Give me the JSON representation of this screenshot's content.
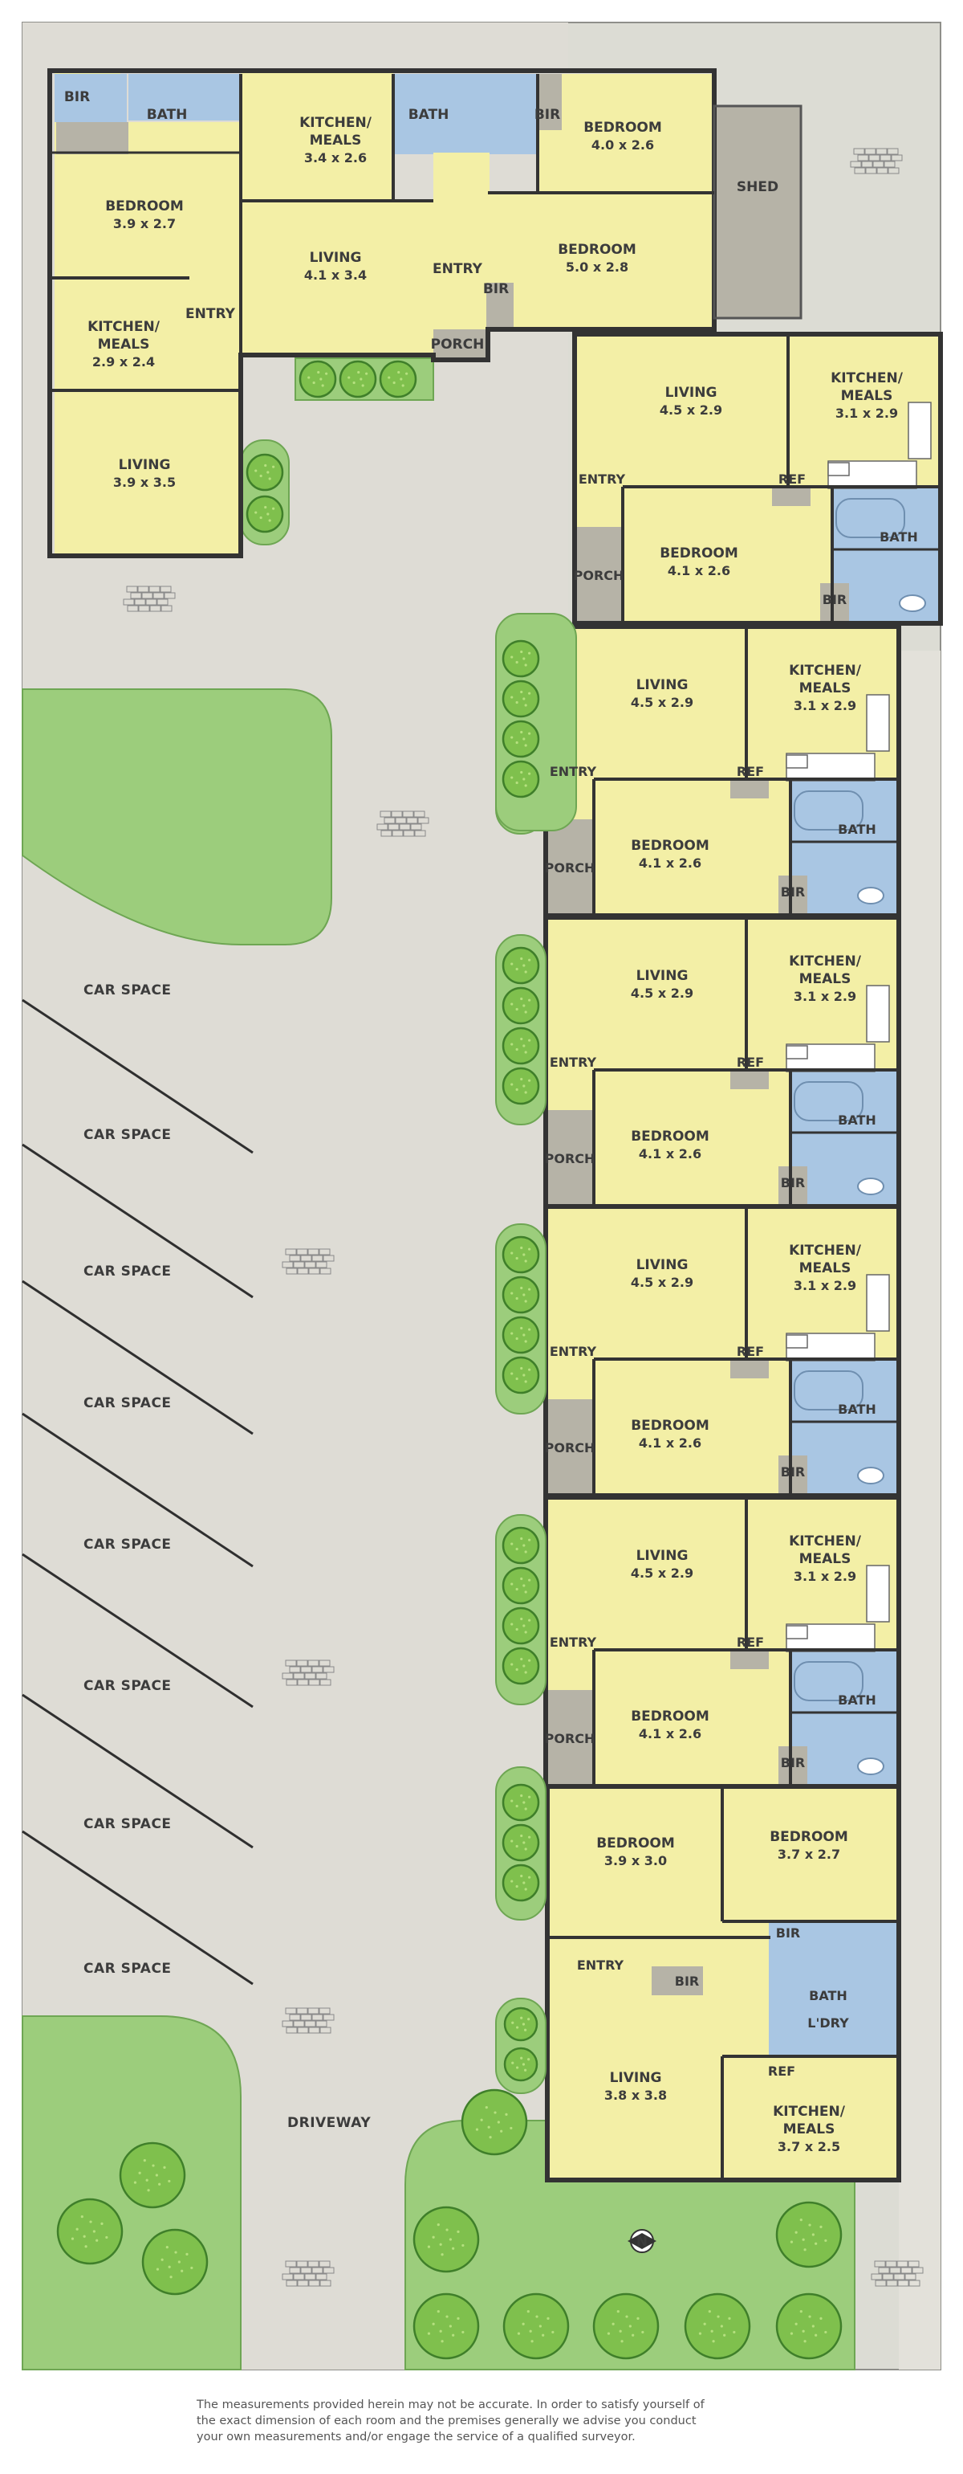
{
  "colors": {
    "ground": "#dcdcd4",
    "room": "#f3efa6",
    "wet": "#a9c6e3",
    "dark": "#b6b3a7",
    "wall": "#333333",
    "lawn": "#9ccd7c",
    "hedge": "#8ec46b",
    "tree": "#7fc04d"
  },
  "units": [
    {
      "rooms": [
        {
          "id": "bir",
          "name": "BIR"
        },
        {
          "id": "bath",
          "name": "BATH"
        },
        {
          "id": "kitchen",
          "name": "KITCHEN/",
          "name2": "MEALS",
          "dim": "3.4 x 2.6"
        },
        {
          "id": "bedroom",
          "name": "BEDROOM",
          "dim": "3.9 x 2.7"
        },
        {
          "id": "kitchen2",
          "name": "KITCHEN/",
          "name2": "MEALS",
          "dim": "2.9 x 2.4"
        },
        {
          "id": "entry",
          "name": "ENTRY"
        },
        {
          "id": "living",
          "name": "LIVING",
          "dim": "4.1 x 3.4"
        },
        {
          "id": "living2",
          "name": "LIVING",
          "dim": "3.9 x 3.5"
        }
      ]
    },
    {
      "rooms": [
        {
          "id": "bath",
          "name": "BATH"
        },
        {
          "id": "bir",
          "name": "BIR"
        },
        {
          "id": "bedroom",
          "name": "BEDROOM",
          "dim": "4.0 x 2.6"
        },
        {
          "id": "entry",
          "name": "ENTRY"
        },
        {
          "id": "bir2",
          "name": "BIR"
        },
        {
          "id": "bedroom2",
          "name": "BEDROOM",
          "dim": "5.0 x 2.8"
        },
        {
          "id": "porch",
          "name": "PORCH"
        }
      ]
    },
    {
      "rooms": [
        {
          "id": "shed",
          "name": "SHED"
        }
      ]
    },
    {
      "rooms": [
        {
          "id": "living",
          "name": "LIVING",
          "dim": "4.5 x 2.9"
        },
        {
          "id": "kitchen",
          "name": "KITCHEN/",
          "name2": "MEALS",
          "dim": "3.1 x 2.9"
        },
        {
          "id": "entry",
          "name": "ENTRY"
        },
        {
          "id": "ref",
          "name": "REF"
        },
        {
          "id": "bedroom",
          "name": "BEDROOM",
          "dim": "4.1 x 2.6"
        },
        {
          "id": "bath",
          "name": "BATH"
        },
        {
          "id": "porch",
          "name": "PORCH"
        },
        {
          "id": "bir",
          "name": "BIR"
        }
      ]
    },
    {
      "rooms": [
        {
          "id": "living",
          "name": "LIVING",
          "dim": "4.5 x 2.9"
        },
        {
          "id": "kitchen",
          "name": "KITCHEN/",
          "name2": "MEALS",
          "dim": "3.1 x 2.9"
        },
        {
          "id": "entry",
          "name": "ENTRY"
        },
        {
          "id": "ref",
          "name": "REF"
        },
        {
          "id": "bedroom",
          "name": "BEDROOM",
          "dim": "4.1 x 2.6"
        },
        {
          "id": "bath",
          "name": "BATH"
        },
        {
          "id": "porch",
          "name": "PORCH"
        },
        {
          "id": "bir",
          "name": "BIR"
        }
      ]
    },
    {
      "rooms": [
        {
          "id": "living",
          "name": "LIVING",
          "dim": "4.5 x 2.9"
        },
        {
          "id": "kitchen",
          "name": "KITCHEN/",
          "name2": "MEALS",
          "dim": "3.1 x 2.9"
        },
        {
          "id": "entry",
          "name": "ENTRY"
        },
        {
          "id": "ref",
          "name": "REF"
        },
        {
          "id": "bedroom",
          "name": "BEDROOM",
          "dim": "4.1 x 2.6"
        },
        {
          "id": "bath",
          "name": "BATH"
        },
        {
          "id": "porch",
          "name": "PORCH"
        },
        {
          "id": "bir",
          "name": "BIR"
        }
      ]
    },
    {
      "rooms": [
        {
          "id": "living",
          "name": "LIVING",
          "dim": "4.5 x 2.9"
        },
        {
          "id": "kitchen",
          "name": "KITCHEN/",
          "name2": "MEALS",
          "dim": "3.1 x 2.9"
        },
        {
          "id": "entry",
          "name": "ENTRY"
        },
        {
          "id": "ref",
          "name": "REF"
        },
        {
          "id": "bedroom",
          "name": "BEDROOM",
          "dim": "4.1 x 2.6"
        },
        {
          "id": "bath",
          "name": "BATH"
        },
        {
          "id": "porch",
          "name": "PORCH"
        },
        {
          "id": "bir",
          "name": "BIR"
        }
      ]
    },
    {
      "rooms": [
        {
          "id": "living",
          "name": "LIVING",
          "dim": "4.5 x 2.9"
        },
        {
          "id": "kitchen",
          "name": "KITCHEN/",
          "name2": "MEALS",
          "dim": "3.1 x 2.9"
        },
        {
          "id": "entry",
          "name": "ENTRY"
        },
        {
          "id": "ref",
          "name": "REF"
        },
        {
          "id": "bedroom",
          "name": "BEDROOM",
          "dim": "4.1 x 2.6"
        },
        {
          "id": "bath",
          "name": "BATH"
        },
        {
          "id": "porch",
          "name": "PORCH"
        },
        {
          "id": "bir",
          "name": "BIR"
        }
      ]
    },
    {
      "rooms": [
        {
          "id": "bedroom",
          "name": "BEDROOM",
          "dim": "3.9 x 3.0"
        },
        {
          "id": "bedroom2",
          "name": "BEDROOM",
          "dim": "3.7 x 2.7"
        },
        {
          "id": "bir",
          "name": "BIR"
        },
        {
          "id": "entry",
          "name": "ENTRY"
        },
        {
          "id": "bir2",
          "name": "BIR"
        },
        {
          "id": "bath",
          "name": "BATH"
        },
        {
          "id": "laundry",
          "name": "L'DRY"
        },
        {
          "id": "living",
          "name": "LIVING",
          "dim": "3.8 x 3.8"
        },
        {
          "id": "ref",
          "name": "REF"
        },
        {
          "id": "kitchen",
          "name": "KITCHEN/",
          "name2": "MEALS",
          "dim": "3.7 x 2.5"
        }
      ]
    }
  ],
  "site_labels": {
    "car_space": "CAR SPACE",
    "driveway": "DRIVEWAY"
  },
  "north_symbol": "N",
  "disclaimer": [
    "The measurements provided herein may not be accurate.  In order to satisfy yourself of",
    "the exact dimension of each room and the premises generally we advise you conduct",
    "your own measurements and/or engage the service of a qualified surveyor."
  ]
}
